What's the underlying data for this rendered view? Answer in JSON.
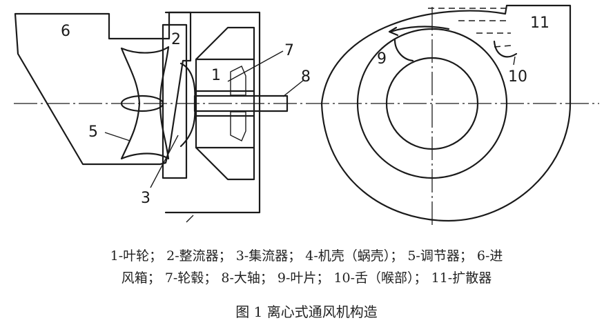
{
  "labels": {
    "l1": "1",
    "l2": "2",
    "l3": "3",
    "l5": "5",
    "l6": "6",
    "l7": "7",
    "l8": "8",
    "l9": "9",
    "l10": "10",
    "l11": "11"
  },
  "legend": {
    "line1": "1-叶轮； 2-整流器； 3-集流器； 4-机壳（蜗壳）； 5-调节器； 6-进",
    "line2": "风箱； 7-轮毂； 8-大轴； 9-叶片； 10-舌（喉部）； 11-扩散器"
  },
  "title": "图 1 离心式通风机构造"
}
